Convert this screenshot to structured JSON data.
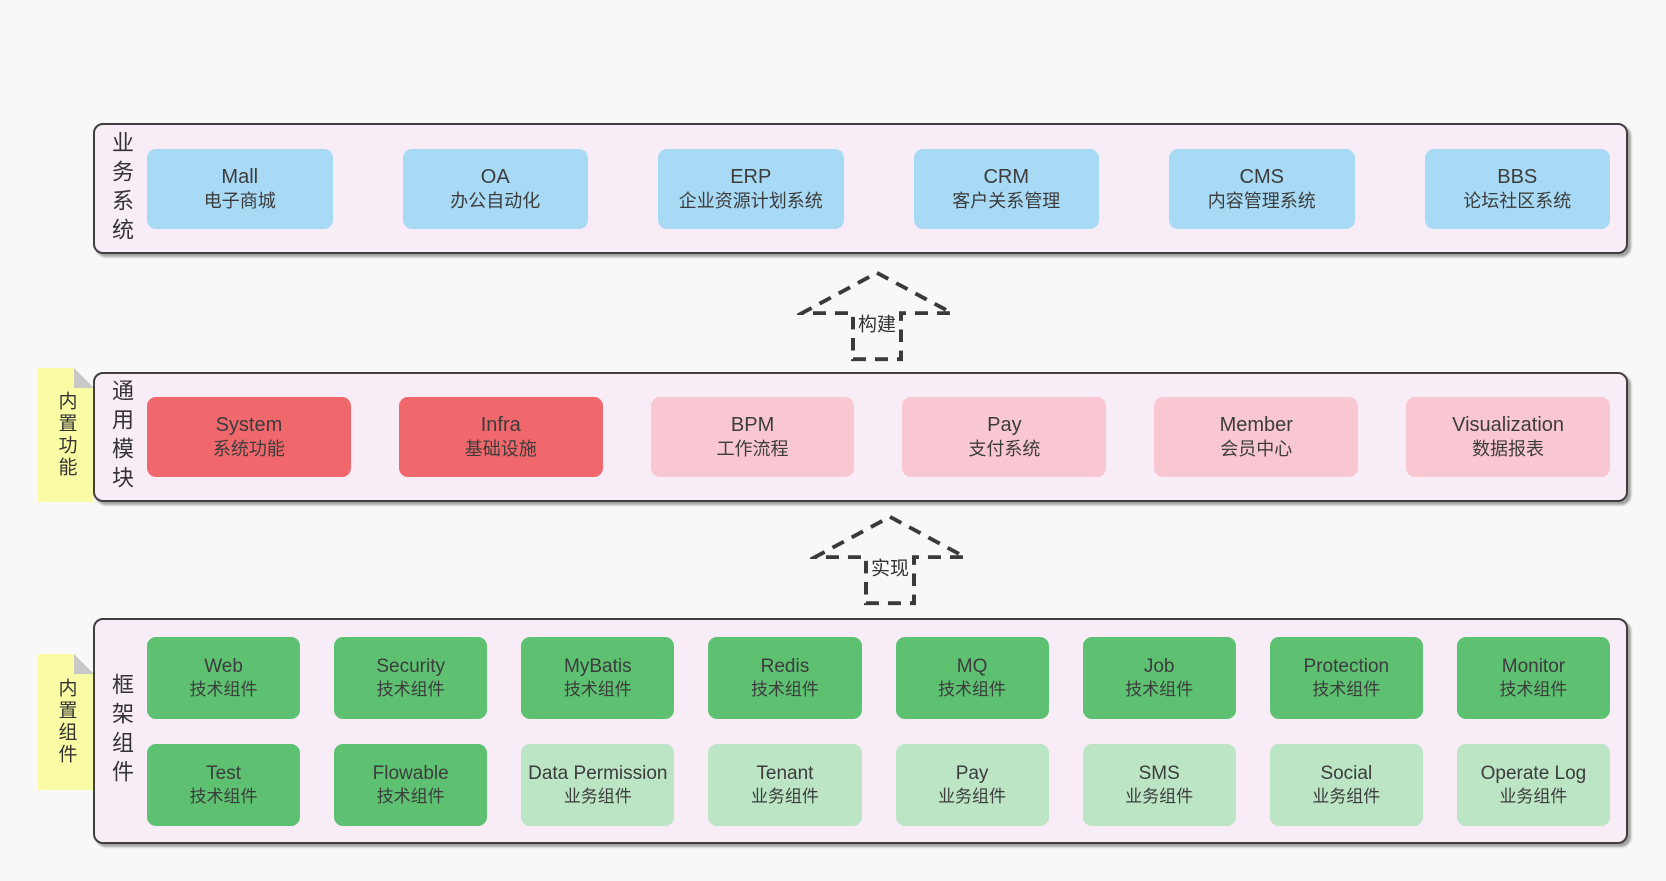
{
  "colors": {
    "page_bg": "#f8f8f8",
    "layer_bg": "#f8edf6",
    "layer_border": "#404040",
    "blue": "#a8daf5",
    "red": "#f0686c",
    "pink": "#f9c7d2",
    "green": "#5dc171",
    "light_green": "#bbe5c4",
    "note_yellow": "#fafba5",
    "note_fold": "#c8c8c8",
    "text": "#3c3c3c",
    "arrow": "#3a3a3a"
  },
  "arrows": [
    {
      "label": "构建"
    },
    {
      "label": "实现"
    }
  ],
  "layers": {
    "business": {
      "label": "业务系统",
      "boxes": [
        {
          "name": "Mall",
          "desc": "电子商城"
        },
        {
          "name": "OA",
          "desc": "办公自动化"
        },
        {
          "name": "ERP",
          "desc": "企业资源计划系统"
        },
        {
          "name": "CRM",
          "desc": "客户关系管理"
        },
        {
          "name": "CMS",
          "desc": "内容管理系统"
        },
        {
          "name": "BBS",
          "desc": "论坛社区系统"
        }
      ]
    },
    "modules": {
      "label": "通用模块",
      "note": "内置功能",
      "boxes": [
        {
          "name": "System",
          "desc": "系统功能"
        },
        {
          "name": "Infra",
          "desc": "基础设施"
        },
        {
          "name": "BPM",
          "desc": "工作流程"
        },
        {
          "name": "Pay",
          "desc": "支付系统"
        },
        {
          "name": "Member",
          "desc": "会员中心"
        },
        {
          "name": "Visualization",
          "desc": "数据报表"
        }
      ]
    },
    "framework": {
      "label": "框架组件",
      "note": "内置组件",
      "row1": [
        {
          "name": "Web",
          "desc": "技术组件"
        },
        {
          "name": "Security",
          "desc": "技术组件"
        },
        {
          "name": "MyBatis",
          "desc": "技术组件"
        },
        {
          "name": "Redis",
          "desc": "技术组件"
        },
        {
          "name": "MQ",
          "desc": "技术组件"
        },
        {
          "name": "Job",
          "desc": "技术组件"
        },
        {
          "name": "Protection",
          "desc": "技术组件"
        },
        {
          "name": "Monitor",
          "desc": "技术组件"
        }
      ],
      "row2": [
        {
          "name": "Test",
          "desc": "技术组件"
        },
        {
          "name": "Flowable",
          "desc": "技术组件"
        },
        {
          "name": "Data Permission",
          "desc": "业务组件"
        },
        {
          "name": "Tenant",
          "desc": "业务组件"
        },
        {
          "name": "Pay",
          "desc": "业务组件"
        },
        {
          "name": "SMS",
          "desc": "业务组件"
        },
        {
          "name": "Social",
          "desc": "业务组件"
        },
        {
          "name": "Operate Log",
          "desc": "业务组件"
        }
      ]
    }
  }
}
